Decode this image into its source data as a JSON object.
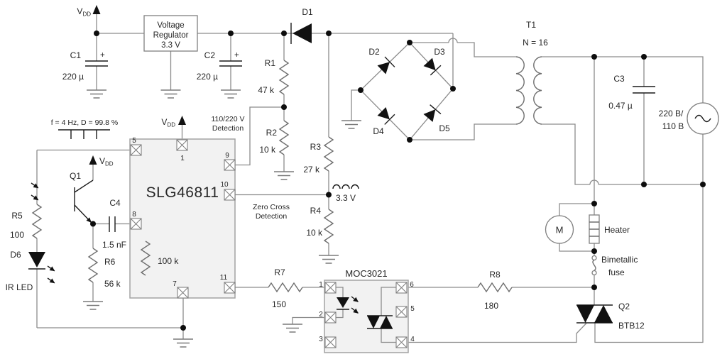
{
  "supply": {
    "vdd": {
      "v": "V",
      "sub": "DD"
    },
    "c1": {
      "ref": "C1",
      "plus": "+",
      "value": "220 µ"
    },
    "c2": {
      "ref": "C2",
      "plus": "+",
      "value": "220 µ"
    },
    "regulator": {
      "line1": "Voltage",
      "line2": "Regulator",
      "line3": "3.3 V"
    },
    "d1": "D1"
  },
  "detection": {
    "r1": {
      "ref": "R1",
      "value": "47 k"
    },
    "r2": {
      "ref": "R2",
      "value": "10 k"
    },
    "r3": {
      "ref": "R3",
      "value": "27 k"
    },
    "r4": {
      "ref": "R4",
      "value": "10 k"
    },
    "voltage_detect": {
      "line1": "110/220 V",
      "line2": "Detection"
    },
    "zero_cross": {
      "line1": "Zero Cross",
      "line2": "Detection"
    },
    "rail_voltage": "3.3 V"
  },
  "ic": {
    "name": "SLG46811",
    "internal_resistor": "100 k",
    "pins": {
      "p1": "1",
      "p5": "5",
      "p7": "7",
      "p8": "8",
      "p9": "9",
      "p10": "10",
      "p11": "11"
    }
  },
  "input_stage": {
    "pwm": "f = 4 Hz, D = 99.8 %",
    "q1": "Q1",
    "r5": {
      "ref": "R5",
      "value": "100"
    },
    "d6": {
      "ref": "D6",
      "type": "IR LED"
    },
    "r6": {
      "ref": "R6",
      "value": "56 k"
    },
    "c4": {
      "ref": "C4",
      "value": "1.5 nF"
    }
  },
  "bridge": {
    "d2": "D2",
    "d3": "D3",
    "d4": "D4",
    "d5": "D5"
  },
  "transformer": {
    "ref": "T1",
    "ratio": "N = 16"
  },
  "mains": {
    "c3": {
      "ref": "C3",
      "value": "0.47 µ"
    },
    "source": {
      "line1": "220 B/",
      "line2": "110 B"
    }
  },
  "load": {
    "motor": "M",
    "heater": "Heater",
    "fuse": {
      "line1": "Bimetallic",
      "line2": "fuse"
    },
    "q2": {
      "ref": "Q2",
      "part": "BTB12"
    }
  },
  "opto": {
    "name": "MOC3021",
    "r7": {
      "ref": "R7",
      "value": "150"
    },
    "r8": {
      "ref": "R8",
      "value": "180"
    },
    "pins": {
      "p1": "1",
      "p2": "2",
      "p3": "3",
      "p4": "4",
      "p5": "5",
      "p6": "6"
    }
  }
}
